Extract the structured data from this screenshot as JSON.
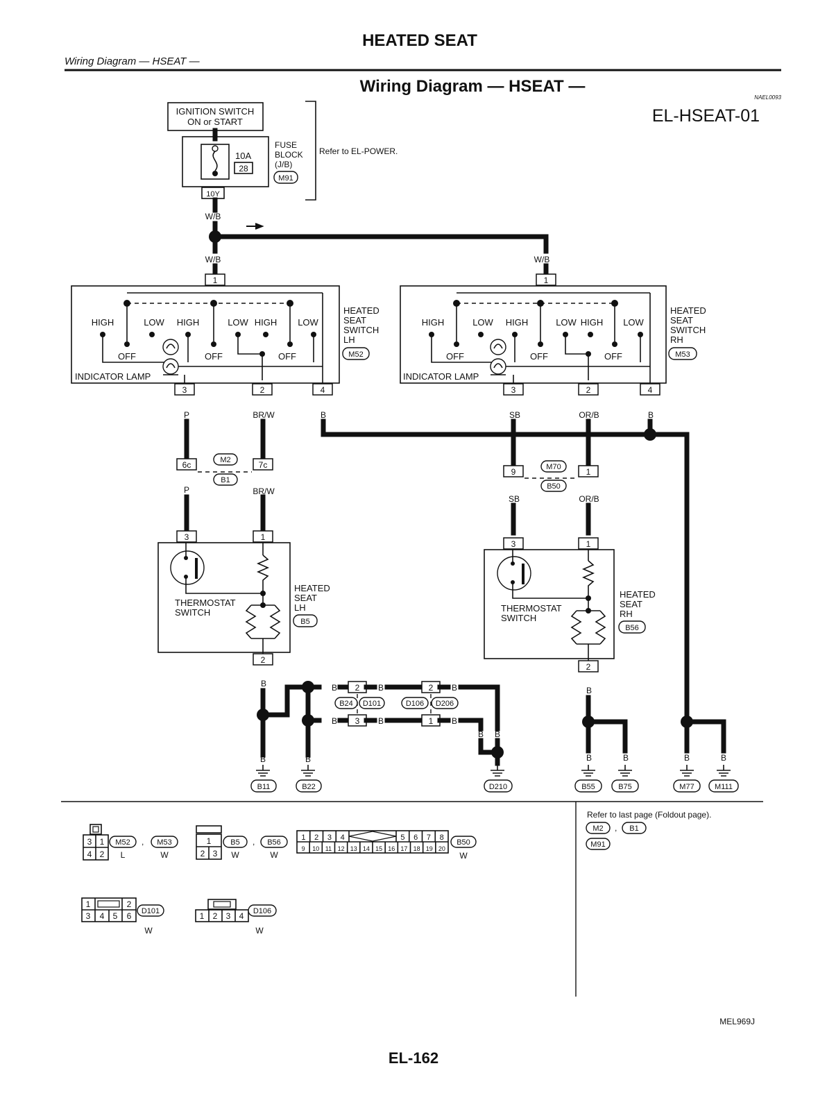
{
  "header": {
    "title": "HEATED SEAT",
    "section_left": "Wiring Diagram — HSEAT —",
    "section_center": "Wiring Diagram — HSEAT —",
    "ref_code": "NAEL0093",
    "diagram_id": "EL-HSEAT-01"
  },
  "power": {
    "ignition": [
      "IGNITION SWITCH",
      "ON or START"
    ],
    "fuse_rating": "10A",
    "fuse_no": "28",
    "fuse_block": [
      "FUSE",
      "BLOCK",
      "(J/B)"
    ],
    "fuse_conn": "M91",
    "fuse_term": "10Y",
    "refer": "Refer to EL-POWER."
  },
  "wire_colors": {
    "wb": "W/B",
    "p": "P",
    "brw": "BR/W",
    "b": "B",
    "sb": "SB",
    "orb": "OR/B"
  },
  "switch_lh": {
    "labels": [
      "HEATED",
      "SEAT",
      "SWITCH",
      "LH"
    ],
    "conn": "M52",
    "positions": [
      "HIGH",
      "LOW",
      "HIGH",
      "LOW",
      "HIGH",
      "LOW"
    ],
    "off": [
      "OFF",
      "OFF",
      "OFF"
    ],
    "lamp": "INDICATOR LAMP",
    "terms": [
      "1",
      "3",
      "2",
      "4"
    ]
  },
  "switch_rh": {
    "labels": [
      "HEATED",
      "SEAT",
      "SWITCH",
      "RH"
    ],
    "conn": "M53",
    "positions": [
      "HIGH",
      "LOW",
      "HIGH",
      "LOW",
      "HIGH",
      "LOW"
    ],
    "off": [
      "OFF",
      "OFF",
      "OFF"
    ],
    "lamp": "INDICATOR LAMP",
    "terms": [
      "1",
      "3",
      "2",
      "4"
    ]
  },
  "joint_lh": {
    "t1": "6c",
    "t2": "7c",
    "c1": "M2",
    "c2": "B1"
  },
  "joint_rh": {
    "t1": "9",
    "t2": "1",
    "c1": "M70",
    "c2": "B50"
  },
  "seat_lh": {
    "labels": [
      "HEATED",
      "SEAT",
      "LH"
    ],
    "conn": "B5",
    "thermo": [
      "THERMOSTAT",
      "SWITCH"
    ],
    "terms": [
      "3",
      "1",
      "2"
    ]
  },
  "seat_rh": {
    "labels": [
      "HEATED",
      "SEAT",
      "RH"
    ],
    "conn": "B56",
    "thermo": [
      "THERMOSTAT",
      "SWITCH"
    ],
    "terms": [
      "3",
      "1",
      "2"
    ]
  },
  "ground_joint": {
    "terms": [
      "2",
      "3",
      "2",
      "1"
    ],
    "conns": [
      "B24",
      "D101",
      "D106",
      "D206"
    ]
  },
  "grounds": [
    "B11",
    "B22",
    "D210",
    "B55",
    "B75",
    "M77",
    "M111"
  ],
  "connectors": {
    "c1": {
      "pins": [
        "3",
        "1",
        "4",
        "2"
      ],
      "names": [
        "M52",
        "M53"
      ],
      "colors": [
        "L",
        "W"
      ]
    },
    "c2": {
      "pins": [
        "1",
        "2",
        "3"
      ],
      "names": [
        "B5",
        "B56"
      ],
      "colors": [
        "W",
        "W"
      ]
    },
    "c3": {
      "pins_top": [
        "1",
        "2",
        "3",
        "4",
        "5",
        "6",
        "7",
        "8"
      ],
      "pins_bottom": [
        "9",
        "10",
        "11",
        "12",
        "13",
        "14",
        "15",
        "16",
        "17",
        "18",
        "19",
        "20"
      ],
      "name": "B50",
      "color": "W"
    },
    "c4": {
      "pins": [
        "1",
        "2",
        "3",
        "4",
        "5",
        "6"
      ],
      "name": "D101",
      "color": "W"
    },
    "c5": {
      "pins": [
        "1",
        "2",
        "3",
        "4"
      ],
      "name": "D106",
      "color": "W"
    }
  },
  "refer_box": {
    "text": "Refer to last page (Foldout page).",
    "conns": [
      "M2",
      "B1",
      "M91"
    ],
    "sep": ","
  },
  "footer": {
    "code": "MEL969J",
    "page": "EL-162"
  }
}
